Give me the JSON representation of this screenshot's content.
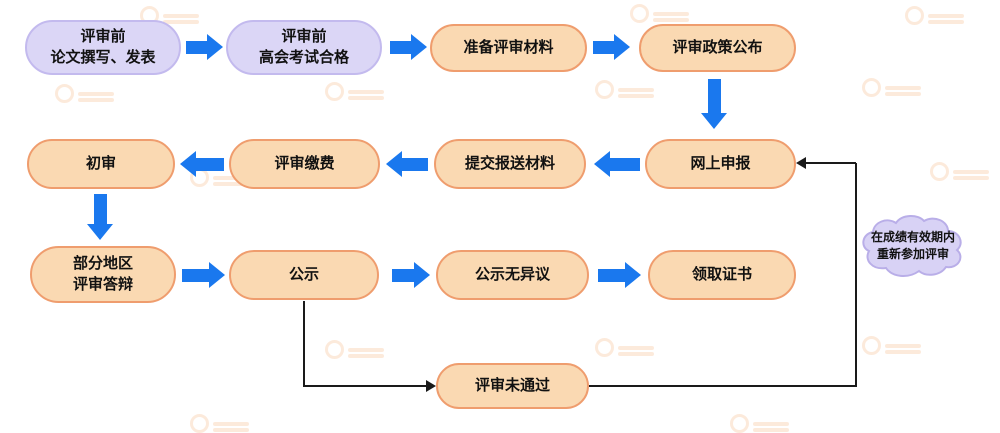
{
  "nodes": {
    "pre_thesis": "评审前\n论文撰写、发表",
    "pre_exam": "评审前\n高会考试合格",
    "prepare_materials": "准备评审材料",
    "policy_release": "评审政策公布",
    "online_apply": "网上申报",
    "submit_materials": "提交报送材料",
    "pay_fee": "评审缴费",
    "first_review": "初审",
    "defense": "部分地区\n评审答辩",
    "publicity": "公示",
    "no_objection": "公示无异议",
    "get_certificate": "领取证书",
    "fail": "评审未通过",
    "retry_note": "在成绩有效期内\n重新参加评审"
  },
  "colors": {
    "arrow_blue": "#1A78EE",
    "orange_fill": "#FAD9B2",
    "orange_border": "#EF9D6E",
    "purple_fill": "#DBD6F6",
    "purple_border": "#C3BAEE",
    "connector_black": "#1A1A1A",
    "watermark_orange": "#F07818"
  },
  "icons": {
    "watermark": "brand-logo-watermark"
  }
}
